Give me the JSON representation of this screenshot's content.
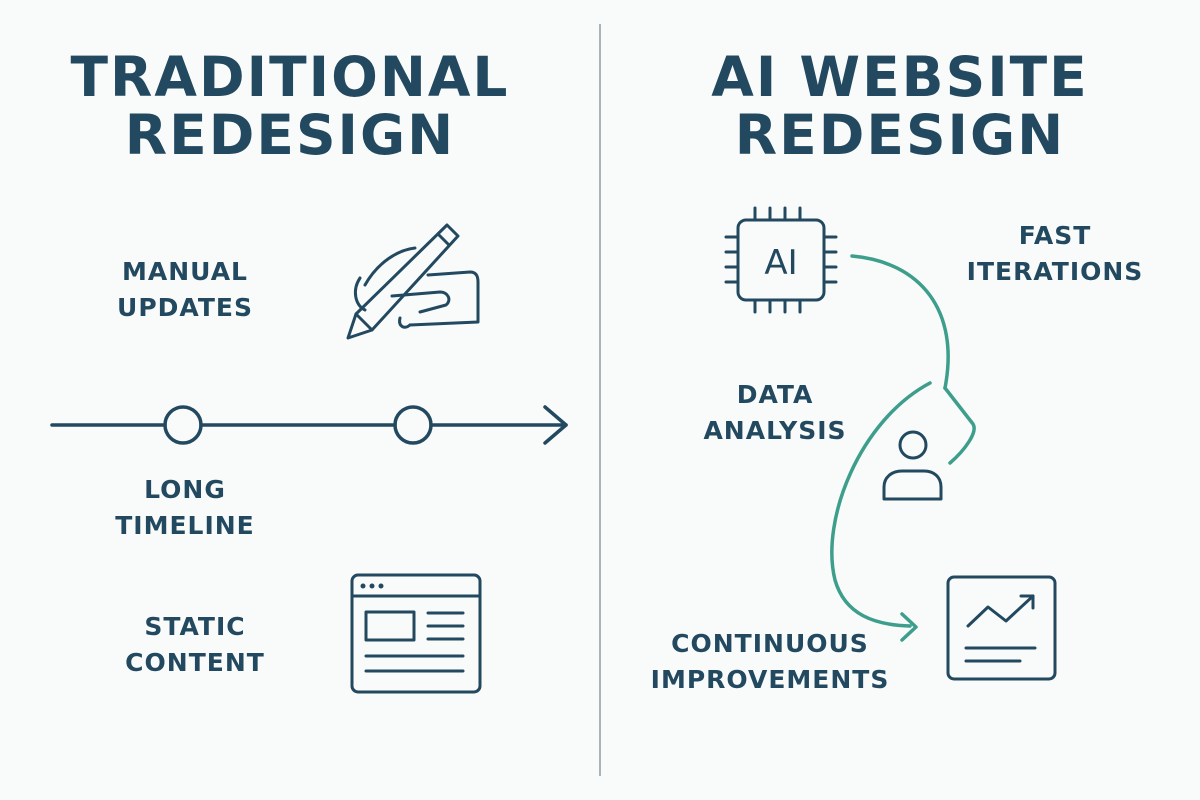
{
  "left_panel": {
    "title_line1": "TRADITIONAL",
    "title_line2": "REDESIGN",
    "items": [
      {
        "line1": "MANUAL",
        "line2": "UPDATES",
        "icon": "pencil-hand-icon"
      },
      {
        "line1": "LONG",
        "line2": "TIMELINE",
        "icon": "timeline-arrow-icon"
      },
      {
        "line1": "STATIC",
        "line2": "CONTENT",
        "icon": "browser-window-icon"
      }
    ]
  },
  "right_panel": {
    "title_line1": "AI WEBSITE",
    "title_line2": "REDESIGN",
    "ai_chip_text": "AI",
    "items": [
      {
        "line1": "FAST",
        "line2": "ITERATIONS",
        "icon": "ai-chip-icon"
      },
      {
        "line1": "DATA",
        "line2": "ANALYSIS",
        "icon": "user-icon"
      },
      {
        "line1": "CONTINUOUS",
        "line2": "IMPROVEMENTS",
        "icon": "growth-chart-icon"
      }
    ]
  },
  "colors": {
    "primary": "#22495f",
    "accent": "#3d9e8c",
    "background": "#f9fafa",
    "divider": "#aab4b8"
  }
}
